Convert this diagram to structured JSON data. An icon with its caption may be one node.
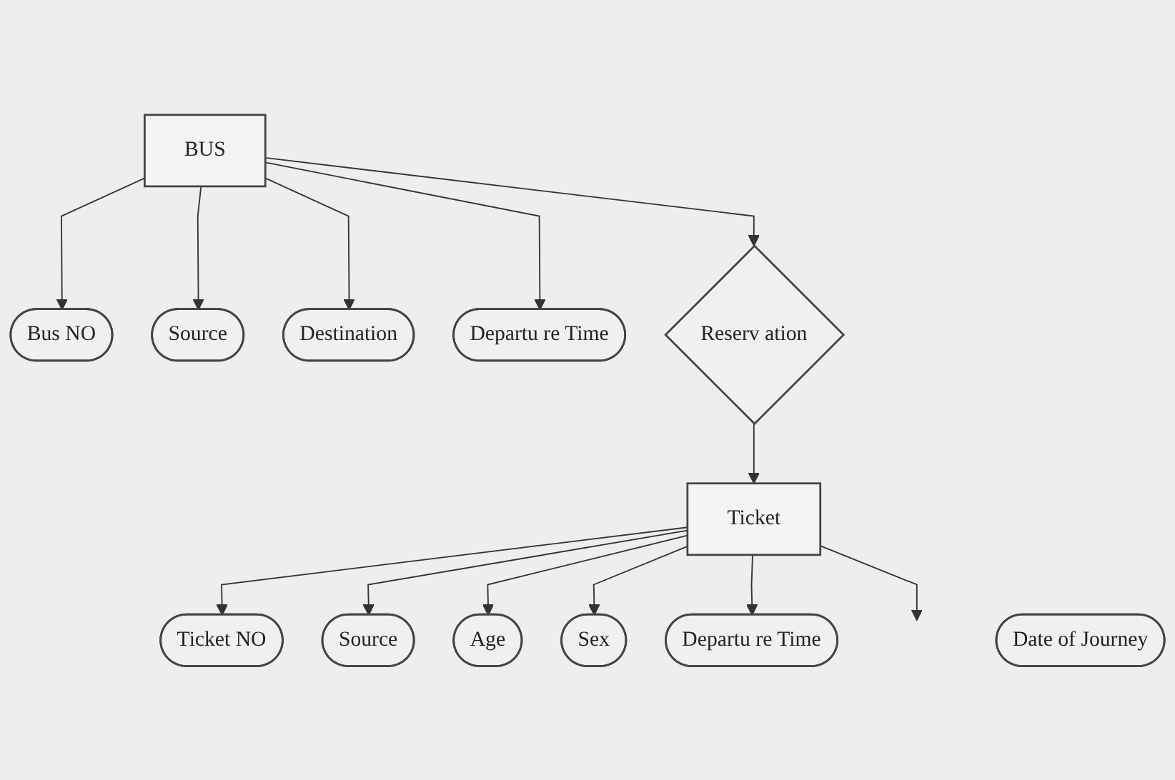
{
  "diagram": {
    "nodes": [
      {
        "text": [
          "BUS"
        ]
      },
      {
        "text": [
          "Bus NO"
        ]
      },
      {
        "text": [
          "Source"
        ]
      },
      {
        "text": [
          "Destination"
        ]
      },
      {
        "text": [
          "Departu re Time"
        ]
      },
      {
        "text": [
          "Date of Journey"
        ]
      },
      {
        "text": [
          "Reserv ation"
        ]
      },
      {
        "text": [
          "Ticket NO"
        ]
      },
      {
        "text": [
          "Sex"
        ]
      },
      {
        "text": [
          "Source"
        ]
      },
      {
        "text": [
          "Ticket"
        ]
      },
      {
        "text": [
          "Age"
        ]
      },
      {
        "text": [
          "Departu re Time"
        ]
      }
    ],
    "edges": [
      {
        "from": 0,
        "to": 1,
        "arrow": "to"
      },
      {
        "from": 0,
        "to": 2,
        "arrow": "to"
      },
      {
        "from": 0,
        "to": 3,
        "arrow": "to"
      },
      {
        "from": 0,
        "to": 4,
        "arrow": "to"
      },
      {
        "from": 0,
        "to": 6,
        "arrow": "to"
      },
      {
        "from": 6,
        "to": 10,
        "arrow": "to"
      },
      {
        "from": 10,
        "to": 7,
        "arrow": "to"
      },
      {
        "from": 10,
        "to": 9,
        "arrow": "to"
      },
      {
        "from": 10,
        "to": 11,
        "arrow": "to"
      },
      {
        "from": 10,
        "to": 8,
        "arrow": "to"
      },
      {
        "from": 10,
        "to": 12,
        "arrow": "to"
      },
      {
        "from": 10,
        "to": null,
        "arrow": "to"
      }
    ]
  }
}
